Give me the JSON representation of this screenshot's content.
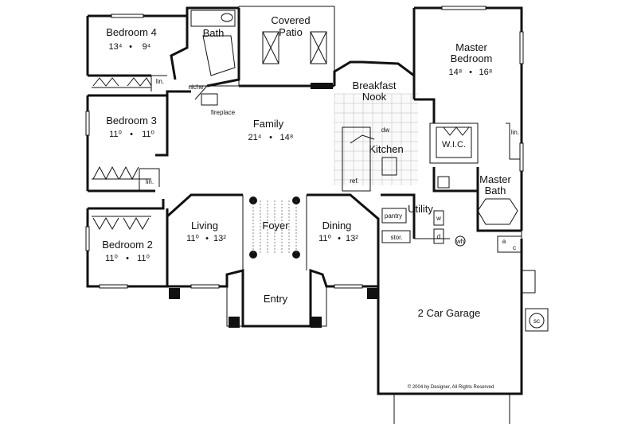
{
  "rooms": {
    "bedroom4": {
      "name": "Bedroom 4",
      "dim_a": "13⁴",
      "dim_b": "9⁴"
    },
    "bath": {
      "name": "Bath"
    },
    "covered_patio": {
      "line1": "Covered",
      "line2": "Patio"
    },
    "master_bedroom": {
      "line1": "Master",
      "line2": "Bedroom",
      "dim_a": "14⁸",
      "dim_b": "16⁸"
    },
    "bedroom3": {
      "name": "Bedroom 3",
      "dim_a": "11⁰",
      "dim_b": "11⁰"
    },
    "family": {
      "name": "Family",
      "dim_a": "21⁴",
      "dim_b": "14⁸"
    },
    "breakfast_nook": {
      "line1": "Breakfast",
      "line2": "Nook"
    },
    "kitchen": {
      "name": "Kitchen"
    },
    "wic": {
      "name": "W.I.C."
    },
    "master_bath": {
      "line1": "Master",
      "line2": "Bath"
    },
    "utility": {
      "name": "Utility"
    },
    "living": {
      "name": "Living",
      "dim_a": "11⁰",
      "dim_b": "13²"
    },
    "foyer": {
      "name": "Foyer"
    },
    "dining": {
      "name": "Dining",
      "dim_a": "11⁰",
      "dim_b": "13²"
    },
    "bedroom2": {
      "name": "Bedroom 2",
      "dim_a": "11⁰",
      "dim_b": "11⁰"
    },
    "entry": {
      "name": "Entry"
    },
    "garage": {
      "name": "2 Car Garage"
    }
  },
  "small_labels": {
    "lin1": "lin.",
    "lin2": "lin.",
    "lin3": "lin.",
    "niche": "niche",
    "fireplace": "fireplace",
    "dw": "dw",
    "ref": "ref.",
    "pantry": "pantry",
    "stor": "stor.",
    "w": "w",
    "d": "d",
    "wh": "wh",
    "ac_a": "a",
    "ac_c": "c",
    "sc": "sc"
  },
  "dim_separator": "•",
  "copyright": "© 2004 by Designer, All Rights Reserved"
}
